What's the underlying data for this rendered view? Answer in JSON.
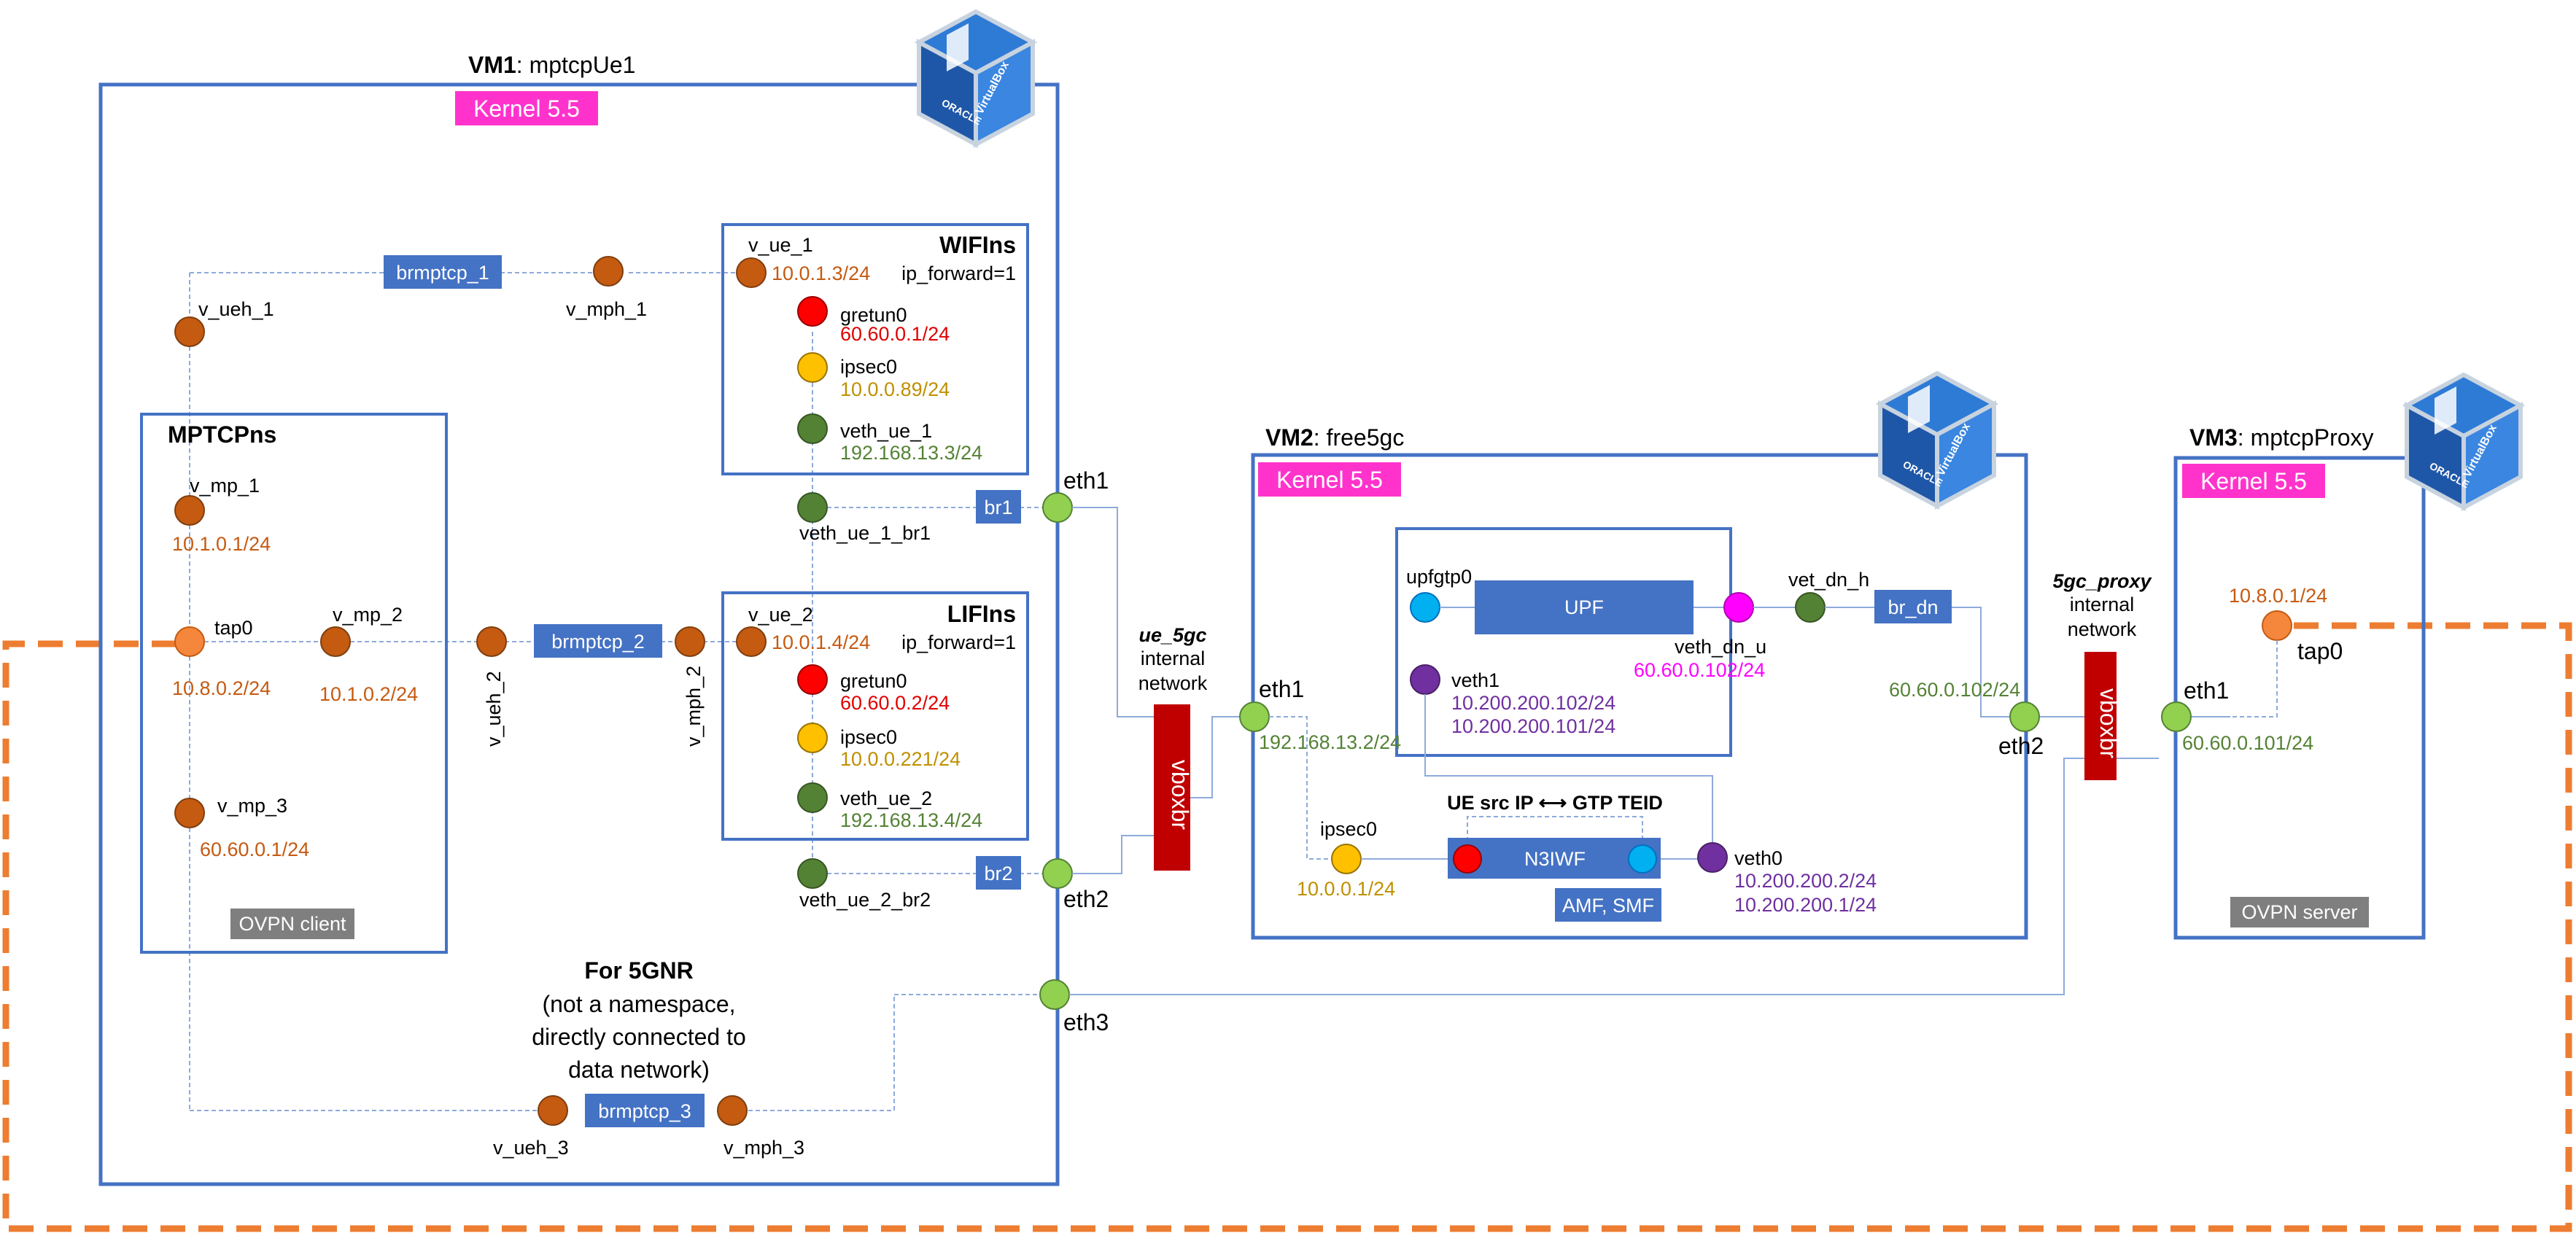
{
  "colors": {
    "vm_border": "#4472c4",
    "bridge_fill": "#4472c4",
    "kernel_fill": "#ff33cc",
    "vboxbr_fill": "#c00000",
    "tunnel_dash": "#ed7d31",
    "label_fill": "#7f7f7f"
  },
  "vm1": {
    "title_bold": "VM1",
    "title_rest": ": mptcpUe1",
    "kernel": "Kernel 5.5",
    "wifins": {
      "title": "WIFIns",
      "ip_forward": "ip_forward=1",
      "v_ue_1": "v_ue_1",
      "v_ue_1_ip": "10.0.1.3/24",
      "gretun0": "gretun0",
      "gretun0_ip": "60.60.0.1/24",
      "ipsec0": "ipsec0",
      "ipsec0_ip": "10.0.0.89/24",
      "veth_ue_1": "veth_ue_1",
      "veth_ue_1_ip": "192.168.13.3/24"
    },
    "lifins": {
      "title": "LIFIns",
      "ip_forward": "ip_forward=1",
      "v_ue_2": "v_ue_2",
      "v_ue_2_ip": "10.0.1.4/24",
      "gretun0": "gretun0",
      "gretun0_ip": "60.60.0.2/24",
      "ipsec0": "ipsec0",
      "ipsec0_ip": "10.0.0.221/24",
      "veth_ue_2": "veth_ue_2",
      "veth_ue_2_ip": "192.168.13.4/24"
    },
    "mptcpns": {
      "title": "MPTCPns",
      "v_mp_1": "v_mp_1",
      "v_mp_1_ip": "10.1.0.1/24",
      "tap0": "tap0",
      "tap0_ip": "10.8.0.2/24",
      "v_mp_2": "v_mp_2",
      "v_mp_2_ip": "10.1.0.2/24",
      "v_mp_3": "v_mp_3",
      "v_mp_3_ip": "60.60.0.1/24",
      "ovpn": "OVPN client"
    },
    "v_ueh_1": "v_ueh_1",
    "v_mph_1": "v_mph_1",
    "brmptcp_1": "brmptcp_1",
    "v_ueh_2": "v_ueh_2",
    "v_mph_2": "v_mph_2",
    "brmptcp_2": "brmptcp_2",
    "v_ueh_3": "v_ueh_3",
    "v_mph_3": "v_mph_3",
    "brmptcp_3": "brmptcp_3",
    "veth_ue_1_br1": "veth_ue_1_br1",
    "br1": "br1",
    "veth_ue_2_br2": "veth_ue_2_br2",
    "br2": "br2",
    "eth1": "eth1",
    "eth2": "eth2",
    "eth3": "eth3",
    "fivegnr": [
      "For 5GNR",
      "(not a namespace,",
      "directly connected to",
      "data network)"
    ]
  },
  "ue_net": {
    "name": "ue_5gc",
    "line2": "internal",
    "line3": "network",
    "bridge": "vboxbr"
  },
  "vm2": {
    "title_bold": "VM2",
    "title_rest": ": free5gc",
    "kernel": "Kernel 5.5",
    "upfgtp0": "upfgtp0",
    "upf": "UPF",
    "veth_dn_u": "veth_dn_u",
    "veth_dn_u_ip": "60.60.0.102/24",
    "vet_dn_h": "vet_dn_h",
    "br_dn": "br_dn",
    "veth1": "veth1",
    "veth1_ip1": "10.200.200.102/24",
    "veth1_ip2": "10.200.200.101/24",
    "eth1": "eth1",
    "eth1_ip": "192.168.13.2/24",
    "ipsec0": "ipsec0",
    "ipsec0_ip": "10.0.0.1/24",
    "ue_src": "UE src IP ⟷ GTP TEID",
    "n3iwf": "N3IWF",
    "amf_smf": "AMF, SMF",
    "veth0": "veth0",
    "veth0_ip1": "10.200.200.2/24",
    "veth0_ip2": "10.200.200.1/24",
    "eth2": "eth2",
    "eth2_ip": "60.60.0.102/24"
  },
  "proxy_net": {
    "name": "5gc_proxy",
    "line2": "internal",
    "line3": "network",
    "bridge": "vboxbr"
  },
  "vm3": {
    "title_bold": "VM3",
    "title_rest": ": mptcpProxy",
    "kernel": "Kernel 5.5",
    "tap0": "tap0",
    "tap0_ip": "10.8.0.1/24",
    "eth1": "eth1",
    "eth1_ip": "60.60.0.101/24",
    "ovpn": "OVPN server"
  },
  "logo": {
    "text1": "ORACLE",
    "text2": "VirtualBox"
  }
}
